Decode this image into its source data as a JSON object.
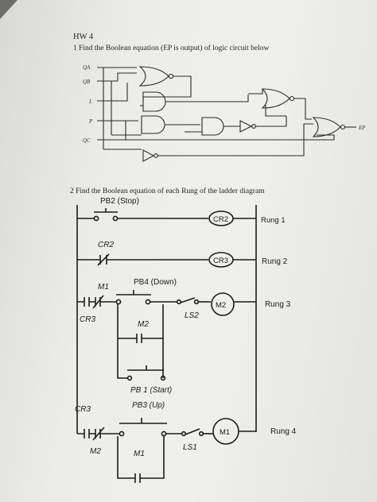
{
  "hw": {
    "title": "HW 4",
    "q1": "1 Find the Boolean equation (EP is output) of logic circuit below",
    "inputs": [
      "QA",
      "QB",
      "L",
      "P",
      "QC"
    ],
    "output": "EP"
  },
  "q2": {
    "title": "2 Find the Boolean equation of each Rung of the ladder diagram",
    "labels": {
      "pb2": "PB2 (Stop)",
      "cr2_coil": "CR2",
      "rung1": "Rung 1",
      "cr2_contact": "CR2",
      "cr3_coil": "CR3",
      "rung2": "Rung 2",
      "m1_contact": "M1",
      "pb4": "PB4 (Down)",
      "m2_coil": "M2",
      "rung3": "Rung 3",
      "cr3_contact": "CR3",
      "ls2": "LS2",
      "m2_contact": "M2",
      "pb1": "PB 1 (Start)",
      "cr3_contact_b": "CR3",
      "pb3": "PB3 (Up)",
      "m1_coil": "M1",
      "rung4": "Rung 4",
      "m2_contact_b": "M2",
      "ls1": "LS1",
      "m1_contact_b": "M1"
    }
  }
}
